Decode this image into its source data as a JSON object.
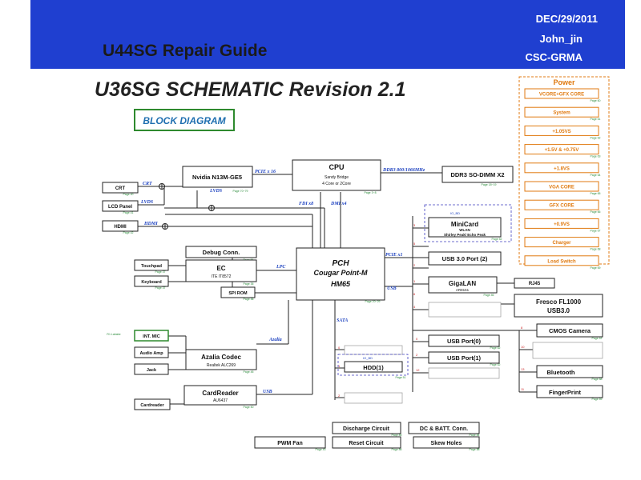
{
  "header": {
    "title": "U44SG Repair Guide",
    "date": "DEC/29/2011",
    "author": "John_jin",
    "dept": "CSC-GRMA"
  },
  "schematic": {
    "title": "U36SG SCHEMATIC Revision 2.1",
    "block_label": "BLOCK DIAGRAM"
  },
  "blocks": {
    "cpu": {
      "name": "CPU",
      "sub1": "Sandy Bridge",
      "sub2": "4 Core or 2Core",
      "page": "Page 3~8"
    },
    "nvidia": {
      "name": "Nvidia N13M-GE5",
      "page": "Page 70~79"
    },
    "ddr": {
      "name": "DDR3 SO-DIMM X2",
      "page": "Page 18~19"
    },
    "crt": {
      "name": "CRT",
      "page": "Page 40"
    },
    "lcd": {
      "name": "LCD Panel",
      "page": "Page 41"
    },
    "hdmi": {
      "name": "HDMI",
      "page": "Page 42"
    },
    "pch": {
      "name": "PCH",
      "sub1": "Cougar Point-M",
      "sub2": "HM65",
      "page": "Page 20~29"
    },
    "debug": {
      "name": "Debug Conn.",
      "page": "Page 54"
    },
    "ec": {
      "name": "EC",
      "sub": "ITE IT8572",
      "page": "Page 35"
    },
    "spi": {
      "name": "SPI ROM",
      "page": "Page 36"
    },
    "touchpad": {
      "name": "Touchpad",
      "page": "Page 37"
    },
    "keyboard": {
      "name": "Keyboard",
      "page": "Page 37"
    },
    "intmic": {
      "name": "INT. MIC"
    },
    "audioamp": {
      "name": "Audio Amp"
    },
    "jack": {
      "name": "Jack"
    },
    "azalia": {
      "name": "Azalia Codec",
      "sub": "Realtek ALC269",
      "page": "Page 45"
    },
    "cardreader": {
      "name": "CardReader",
      "sub": "AU6437",
      "page": "Page 50"
    },
    "cardreader_slot": {
      "name": "Cardreader"
    },
    "minicard": {
      "name": "MiniCard",
      "sub1": "WLAN",
      "sub2": "Shirley Peak/ Echo Peak",
      "page": "Page 52",
      "tag": "IO_BD"
    },
    "usb30": {
      "name": "USB 3.0 Port (2)"
    },
    "gigalan": {
      "name": "GigaLAN",
      "sub": "AR8151",
      "page": "Page 46"
    },
    "rj45": {
      "name": "RJ45"
    },
    "fresco": {
      "name": "Fresco FL1000",
      "sub": "USB3.0"
    },
    "cmos": {
      "name": "CMOS Camera",
      "page": "Page 42"
    },
    "usbport0": {
      "name": "USB Port(0)",
      "page": "Page 62"
    },
    "usbport1": {
      "name": "USB Port(1)",
      "page": "Page 62"
    },
    "hdd": {
      "name": "HDD(1)",
      "page": "Page 51",
      "tag": "IO_BD"
    },
    "bluetooth": {
      "name": "Bluetooth",
      "page": "Page 58"
    },
    "fingerprint": {
      "name": "FingerPrint",
      "page": "Page 59"
    },
    "discharge": {
      "name": "Discharge Circuit",
      "page": "Page 85"
    },
    "dcbatt": {
      "name": "DC & BATT. Conn.",
      "page": "Page 84"
    },
    "pwmfan": {
      "name": "PWM Fan",
      "page": "Page 43"
    },
    "reset": {
      "name": "Reset Circuit",
      "page": "Page 86"
    },
    "skew": {
      "name": "Skew Holes",
      "page": "Page 88"
    }
  },
  "buses": {
    "pcie16": "PCIE x 16",
    "lvds_nv": "LVDS",
    "ddr3": "DDR3 800/1066MHz",
    "crt": "CRT",
    "lvds": "LVDS",
    "hdmi": "HDMI",
    "fdi": "FDI x8",
    "dmi": "DMI x4",
    "pcie1": "PCIE x1",
    "lpc": "LPC",
    "usb": "USB",
    "sata": "SATA",
    "azalia": "Azalia",
    "usb_cr": "USB",
    "r1_label": "R1 Lababe"
  },
  "port_numbers": [
    "3",
    "5",
    "2",
    "1",
    "6",
    "4",
    "0",
    "2",
    "0",
    "1",
    "2",
    "8",
    "10",
    "13",
    "11",
    "12"
  ],
  "power": {
    "title": "Power",
    "items": [
      {
        "label": "VCORE+GFX CORE",
        "page": "Page 60"
      },
      {
        "label": "System",
        "page": "Page 61"
      },
      {
        "label": "+1.05VS",
        "page": "Page 62"
      },
      {
        "label": "+1.5V & +0.75V",
        "page": "Page 63"
      },
      {
        "label": "+1.8VS",
        "page": "Page 64"
      },
      {
        "label": "VGA CORE",
        "page": "Page 65"
      },
      {
        "label": "GFX CORE",
        "page": "Page 66"
      },
      {
        "label": "+0.9VS",
        "page": "Page 67"
      },
      {
        "label": "Charger",
        "page": "Page 68"
      },
      {
        "label": "Load Switch",
        "page": "Page 69"
      }
    ]
  },
  "colors": {
    "banner": "#1f3fd0",
    "power": "#e07a10",
    "bus_label": "#1a3fbf",
    "page_ref": "#2a8a3a",
    "block_diagram_border": "#2e8a2e"
  }
}
